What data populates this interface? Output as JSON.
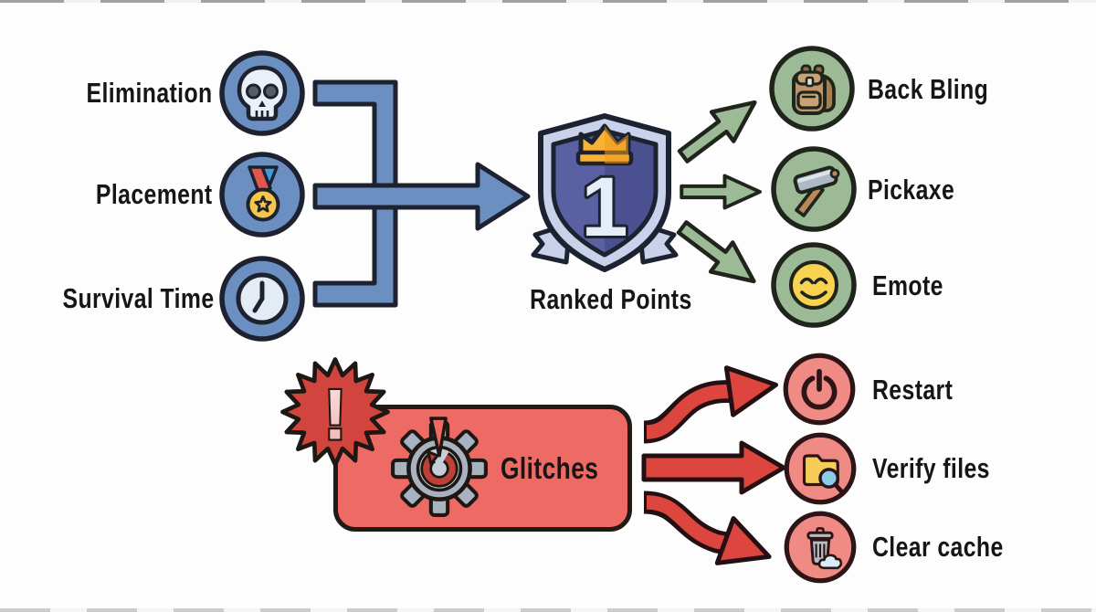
{
  "ranked_flow": {
    "inputs": [
      {
        "label": "Elimination",
        "icon": "skull-icon"
      },
      {
        "label": "Placement",
        "icon": "medal-icon"
      },
      {
        "label": "Survival Time",
        "icon": "clock-icon"
      }
    ],
    "result": {
      "label": "Ranked Points",
      "icon": "rank-1-shield-icon",
      "badge_number": "1"
    },
    "rewards": [
      {
        "label": "Back Bling",
        "icon": "backpack-icon"
      },
      {
        "label": "Pickaxe",
        "icon": "hammer-icon"
      },
      {
        "label": "Emote",
        "icon": "smiley-emote-icon"
      }
    ]
  },
  "glitch_flow": {
    "source": {
      "label": "Glitches",
      "icon": "broken-gear-icon",
      "alert_icon": "alert-starburst-icon",
      "alert_glyph": "!"
    },
    "fixes": [
      {
        "label": "Restart",
        "icon": "power-icon"
      },
      {
        "label": "Verify files",
        "icon": "folder-search-icon"
      },
      {
        "label": "Clear cache",
        "icon": "trash-cloud-icon"
      }
    ]
  },
  "colors": {
    "background": "#fdfdfd",
    "steel_blue": "#6b8fc0",
    "dark_outline": "#1d2130",
    "shield_silver": "#c9d2ea",
    "shield_indigo": "#5a61a3",
    "crown_gold": "#f9b233",
    "sage_green": "#9cba95",
    "green_outline": "#20251c",
    "salmon_box": "#ed6a65",
    "red_arrow": "#dc463e",
    "red_circle": "#ef8a85",
    "starburst_red": "#d2453e",
    "text": "#161616"
  }
}
